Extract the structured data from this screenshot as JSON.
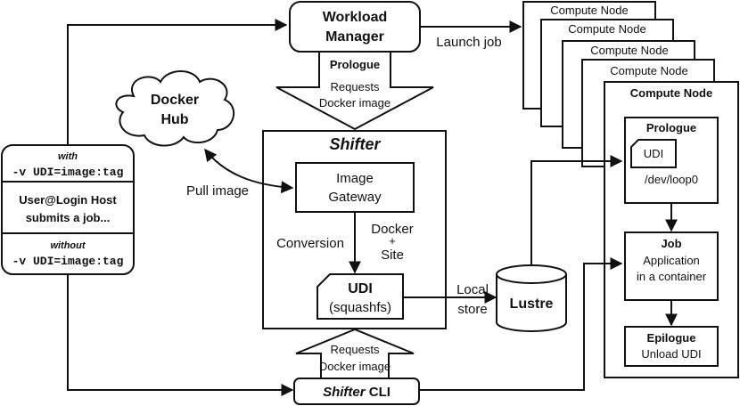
{
  "workload_manager": {
    "line1": "Workload",
    "line2": "Manager"
  },
  "launch_job": "Launch job",
  "compute_nodes": [
    "Compute Node",
    "Compute Node",
    "Compute Node",
    "Compute Node",
    "Compute Node"
  ],
  "docker_hub": {
    "line1": "Docker",
    "line2": "Hub"
  },
  "prologue_arrow": {
    "label": "Prologue",
    "line1": "Requests",
    "line2": "Docker image"
  },
  "shifter": {
    "title": "Shifter"
  },
  "image_gateway": {
    "line1": "Image",
    "line2": "Gateway"
  },
  "pull_image": "Pull image",
  "conversion": "Conversion",
  "docker_site": {
    "line1": "Docker",
    "line2": "+",
    "line3": "Site"
  },
  "udi_box": {
    "line1": "UDI",
    "line2": "(squashfs)"
  },
  "local_store": {
    "line1": "Local",
    "line2": "store"
  },
  "lustre": "Lustre",
  "user_panel": {
    "with_label": "with",
    "with_cmd": "-v UDI=image:tag",
    "line1": "User@Login Host",
    "line2": "submits a job...",
    "without_label": "without",
    "without_cmd": "-v UDI=image:tag"
  },
  "cli_arrow": {
    "line1": "Requests",
    "line2": "Docker image"
  },
  "shifter_cli": {
    "italic": "Shifter",
    "rest": " CLI"
  },
  "compute_main": {
    "title": "Compute Node",
    "prologue": {
      "title": "Prologue",
      "udi": "UDI",
      "loop": "/dev/loop0"
    },
    "job": {
      "title": "Job",
      "line1": "Application",
      "line2": "in a container"
    },
    "epilogue": {
      "title": "Epilogue",
      "line1": "Unload UDI"
    }
  }
}
